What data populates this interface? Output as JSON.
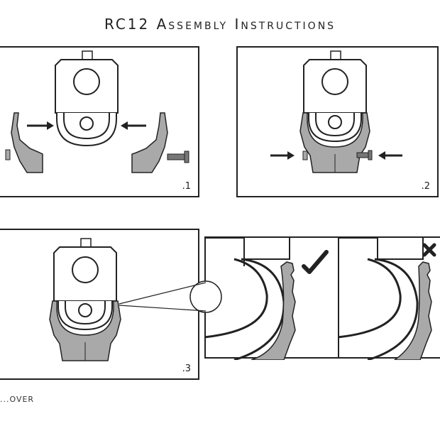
{
  "title": "RC12 Assembly Instructions",
  "steps": [
    {
      "number": ".1"
    },
    {
      "number": ".2"
    },
    {
      "number": ".3"
    }
  ],
  "detail": {
    "correct_icon": "checkmark-icon",
    "incorrect_icon": "cross-icon"
  },
  "brand": "...OVER",
  "colors": {
    "part_fill": "#a9a9a9",
    "line": "#1a1a1a"
  }
}
